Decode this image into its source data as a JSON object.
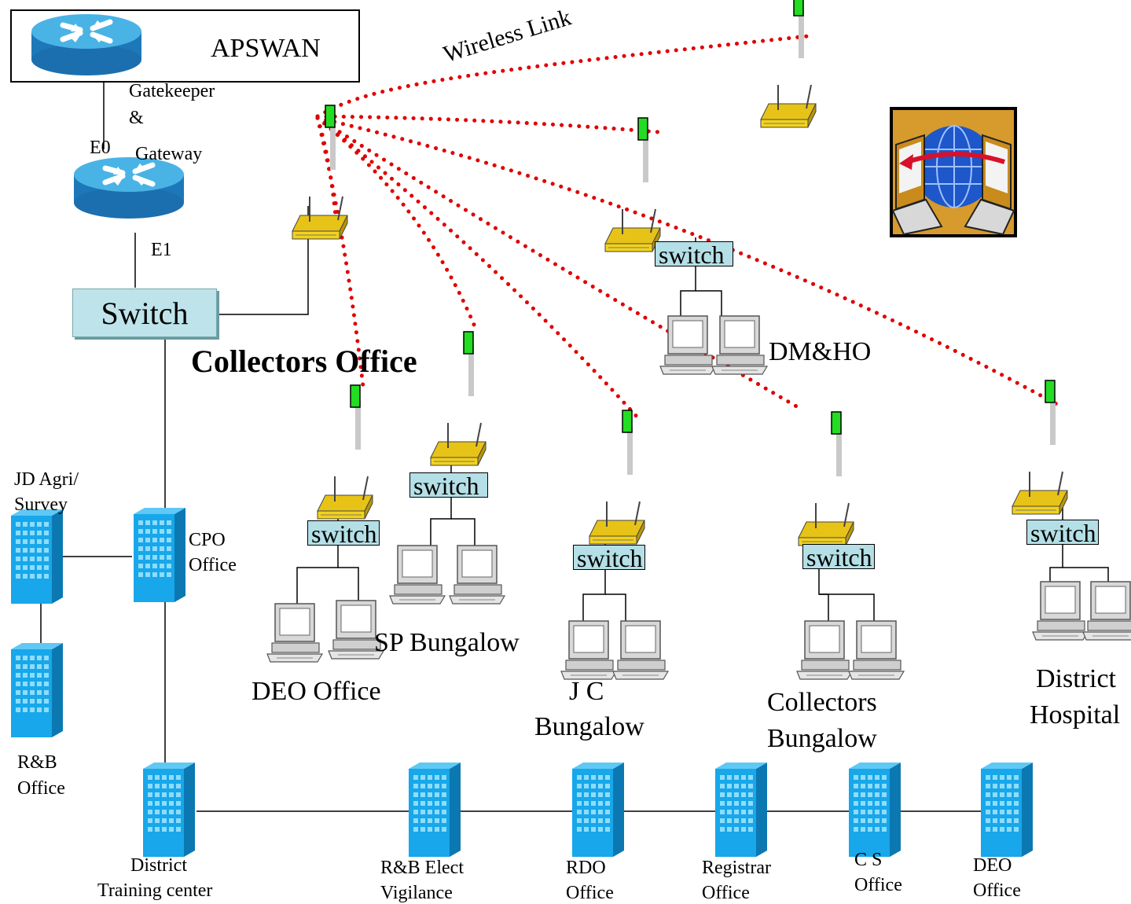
{
  "top": {
    "network_label": "APSWAN",
    "gatekeeper_line1": "Gatekeeper",
    "gatekeeper_line2": "&",
    "gatekeeper_line3": "Gateway",
    "e0": "E0",
    "e1": "E1",
    "main_switch": "Switch",
    "wireless_label": "Wireless Link",
    "collectors_office": "Collectors Office"
  },
  "remote_sites": [
    {
      "switch": "switch",
      "name_line1": "DEO Office",
      "name_line2": ""
    },
    {
      "switch": "switch",
      "name_line1": "SP Bungalow",
      "name_line2": ""
    },
    {
      "switch": "switch",
      "name_line1": "J C",
      "name_line2": "Bungalow"
    },
    {
      "switch": "switch",
      "name_line1": "DM&HO",
      "name_line2": ""
    },
    {
      "switch": "switch",
      "name_line1": "Collectors",
      "name_line2": "Bungalow"
    },
    {
      "switch": "switch",
      "name_line1": "District",
      "name_line2": "Hospital"
    }
  ],
  "buildings_left": [
    {
      "line1": "JD Agri/",
      "line2": "Survey"
    },
    {
      "line1": "CPO",
      "line2": "Office"
    },
    {
      "line1": "R&B",
      "line2": "Office"
    }
  ],
  "buildings_bottom": [
    {
      "line1": "District",
      "line2": "Training center"
    },
    {
      "line1": "R&B Elect",
      "line2": "Vigilance"
    },
    {
      "line1": "RDO",
      "line2": "Office"
    },
    {
      "line1": "Registrar",
      "line2": "Office"
    },
    {
      "line1": "C S",
      "line2": "Office"
    },
    {
      "line1": "DEO",
      "line2": "Office"
    }
  ],
  "colors": {
    "wireless_link": "#e00000",
    "switch_fill": "#b4dfe6",
    "router_blue": "#2a8fd0",
    "building_blue": "#1aa8e8",
    "antenna_green": "#00ee00",
    "access_point_yellow": "#f3d21a"
  },
  "icons": [
    "router-icon",
    "access-point-icon",
    "pc-icon",
    "building-icon",
    "internet-globe-icon"
  ]
}
